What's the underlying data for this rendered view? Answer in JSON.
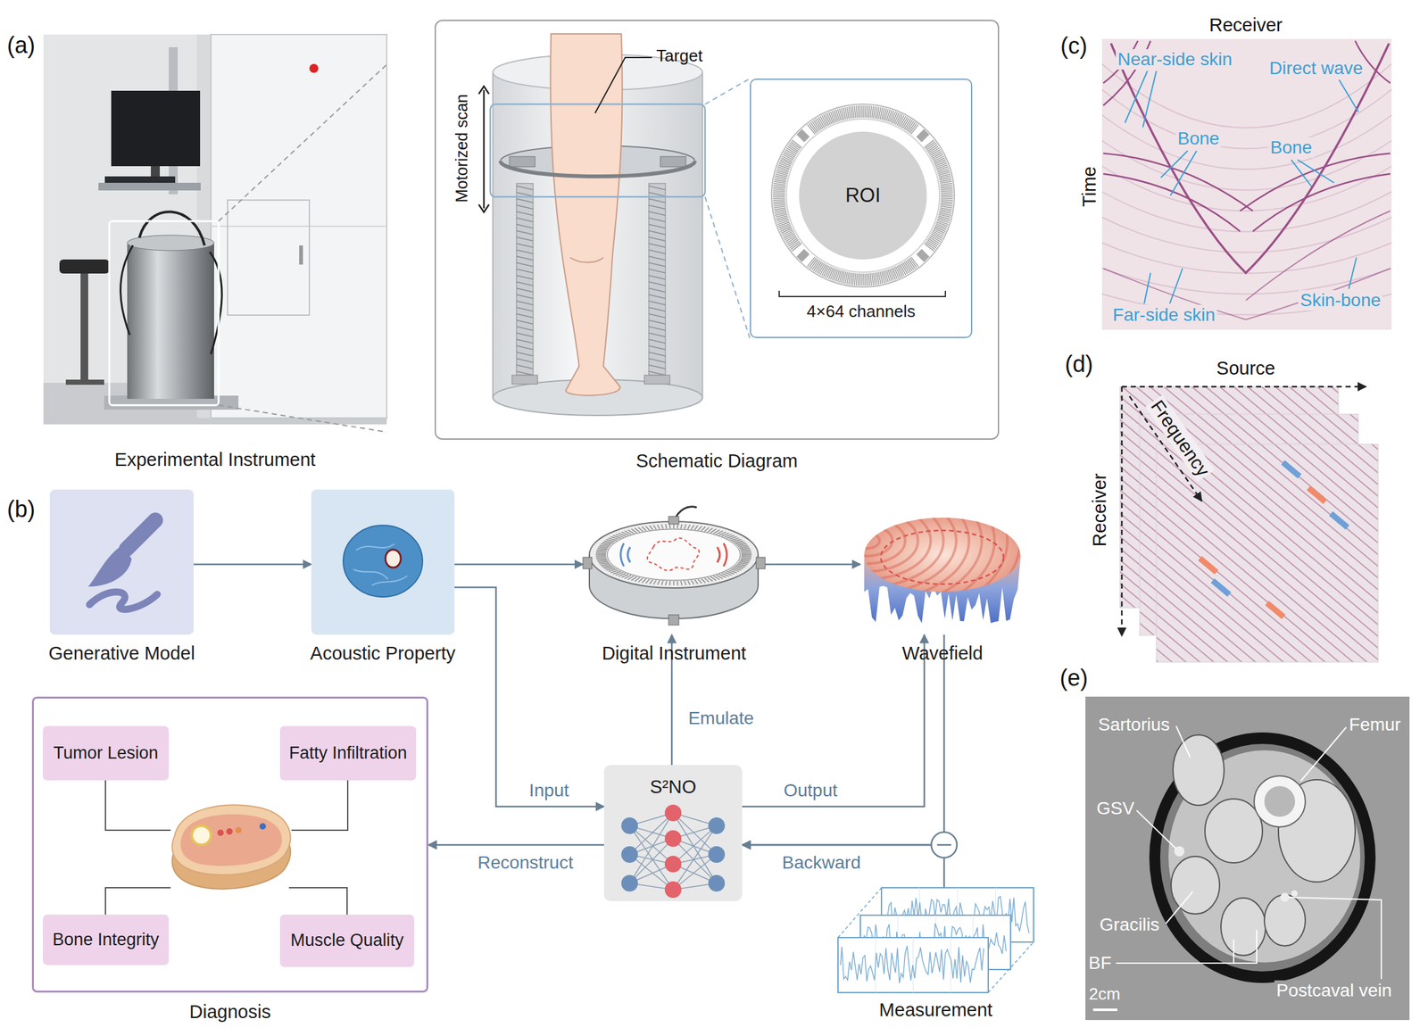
{
  "diagram": {
    "nodes": [
      {
        "text": [
          "Experimental Instrument"
        ]
      },
      {
        "text": [
          "Schematic Diagram"
        ]
      },
      {
        "text": [
          "4×64 channels"
        ],
        "in": 1
      },
      {
        "text": [
          "ROI"
        ],
        "in": 2
      },
      {
        "text": [
          "Generative Model"
        ]
      },
      {
        "text": [
          "Acoustic Property"
        ]
      },
      {
        "text": [
          "Digital Instrument"
        ]
      },
      {
        "text": [
          "Wavefield"
        ]
      },
      {
        "text": [
          "S²NO"
        ]
      },
      {
        "text": [
          "Diagnosis"
        ]
      },
      {
        "text": [
          "Tumor Lesion"
        ],
        "in": 9
      },
      {
        "text": [
          "Fatty Infiltration"
        ],
        "in": 9
      },
      {
        "text": [
          "Bone Integrity"
        ],
        "in": 9
      },
      {
        "text": [
          "Muscle Quality"
        ],
        "in": 9
      },
      {
        "text": [
          "Measurement"
        ]
      }
    ],
    "edges": [
      {
        "from": 4,
        "to": 5,
        "arrow": "to"
      },
      {
        "from": 5,
        "to": 6,
        "arrow": "to"
      },
      {
        "from": 6,
        "to": 7,
        "arrow": "to"
      },
      {
        "from": 5,
        "to": 8,
        "label": "Input",
        "arrow": "to"
      },
      {
        "from": 8,
        "to": 6,
        "label": "Emulate",
        "arrow": "to"
      },
      {
        "from": 8,
        "to": 7,
        "label": "Output",
        "arrow": "to"
      },
      {
        "from": 7,
        "to": 8,
        "label": "Backward",
        "arrow": "to"
      },
      {
        "from": 14,
        "to": 8,
        "arrow": "to"
      },
      {
        "from": 8,
        "to": 9,
        "label": "Reconstruct",
        "arrow": "to"
      }
    ],
    "labels": [
      "(a)",
      "Target",
      "Motorized scan",
      "(b)",
      "(c)",
      "Receiver",
      "Time",
      "Near-side skin",
      "Direct wave",
      "Bone",
      "Bone",
      "Far-side skin",
      "Skin-bone",
      "(d)",
      "Source",
      "Frequency",
      "Receiver",
      "(e)",
      "Sartorius",
      "Femur",
      "GSV",
      "Gracilis",
      "BF",
      "Postcaval vein",
      "2cm"
    ]
  }
}
